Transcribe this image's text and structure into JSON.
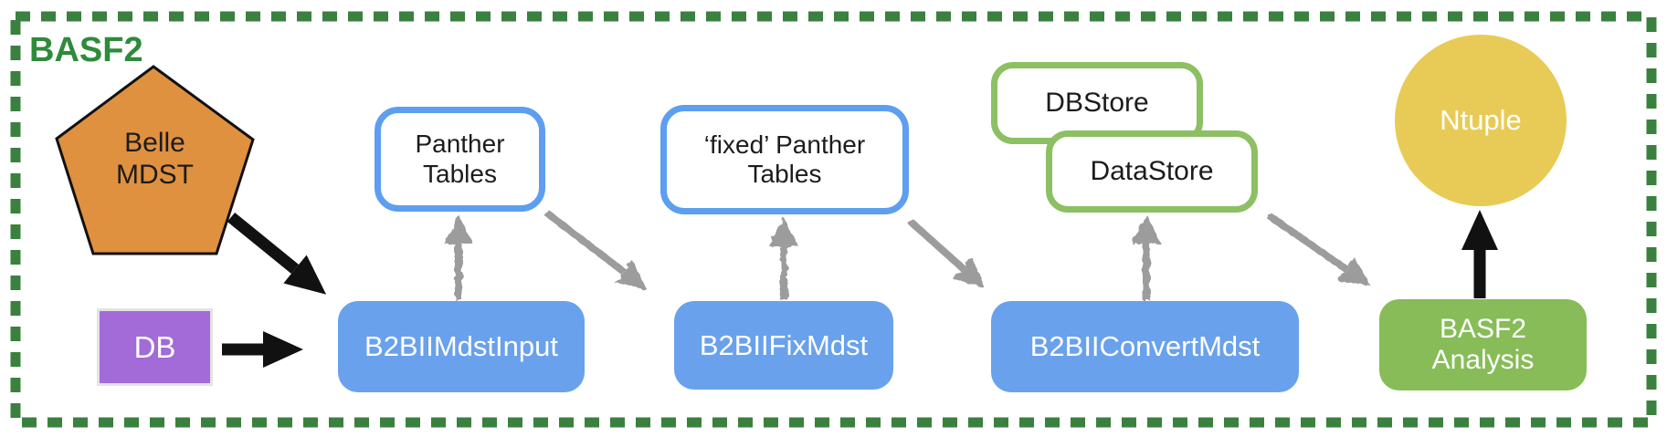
{
  "frame": {
    "title": "BASF2",
    "border_color": "#3a803e",
    "title_color": "#2e8b3a"
  },
  "nodes": {
    "belle_mdst": {
      "lines": [
        "Belle",
        "MDST"
      ],
      "shape": "pentagon",
      "fill": "#e0913f"
    },
    "db": {
      "label": "DB",
      "shape": "rectangle",
      "fill": "#a26bd8"
    },
    "b2bii_mdst_input": {
      "label": "B2BIIMdstInput",
      "shape": "rounded-rectangle",
      "fill": "#69a1ec"
    },
    "panther_tables": {
      "lines": [
        "Panther",
        "Tables"
      ],
      "shape": "rounded-rectangle",
      "fill": "#ffffff",
      "border": "#5d9ef0"
    },
    "b2bii_fix_mdst": {
      "label": "B2BIIFixMdst",
      "shape": "rounded-rectangle",
      "fill": "#69a1ec"
    },
    "fixed_panther_tables": {
      "lines": [
        "‘fixed’ Panther",
        "Tables"
      ],
      "shape": "rounded-rectangle",
      "fill": "#ffffff",
      "border": "#5d9ef0"
    },
    "b2bii_convert_mdst": {
      "label": "B2BIIConvertMdst",
      "shape": "rounded-rectangle",
      "fill": "#69a1ec"
    },
    "db_store": {
      "label": "DBStore",
      "shape": "rounded-rectangle",
      "fill": "#ffffff",
      "border": "#8cc063"
    },
    "data_store": {
      "label": "DataStore",
      "shape": "rounded-rectangle",
      "fill": "#ffffff",
      "border": "#8cc063"
    },
    "ntuple": {
      "label": "Ntuple",
      "shape": "circle",
      "fill": "#e8cb57"
    },
    "basf2_analysis": {
      "lines": [
        "BASF2",
        "Analysis"
      ],
      "shape": "rounded-rectangle",
      "fill": "#87bc58"
    }
  },
  "edges": [
    {
      "from": "belle_mdst",
      "to": "b2bii_mdst_input",
      "style": "solid-black"
    },
    {
      "from": "db",
      "to": "b2bii_mdst_input",
      "style": "solid-black"
    },
    {
      "from": "b2bii_mdst_input",
      "to": "panther_tables",
      "style": "sketch-gray"
    },
    {
      "from": "panther_tables",
      "to": "b2bii_fix_mdst",
      "style": "sketch-gray"
    },
    {
      "from": "b2bii_fix_mdst",
      "to": "fixed_panther_tables",
      "style": "sketch-gray"
    },
    {
      "from": "fixed_panther_tables",
      "to": "b2bii_convert_mdst",
      "style": "sketch-gray"
    },
    {
      "from": "b2bii_convert_mdst",
      "to": "data_store",
      "style": "sketch-gray"
    },
    {
      "from": "data_store",
      "to": "basf2_analysis",
      "style": "sketch-gray"
    },
    {
      "from": "basf2_analysis",
      "to": "ntuple",
      "style": "solid-black"
    }
  ],
  "colors": {
    "arrow_black": "#111111",
    "arrow_gray": "#9c9c9c",
    "text_dark": "#1c1c1c",
    "text_light": "#ffffff"
  }
}
